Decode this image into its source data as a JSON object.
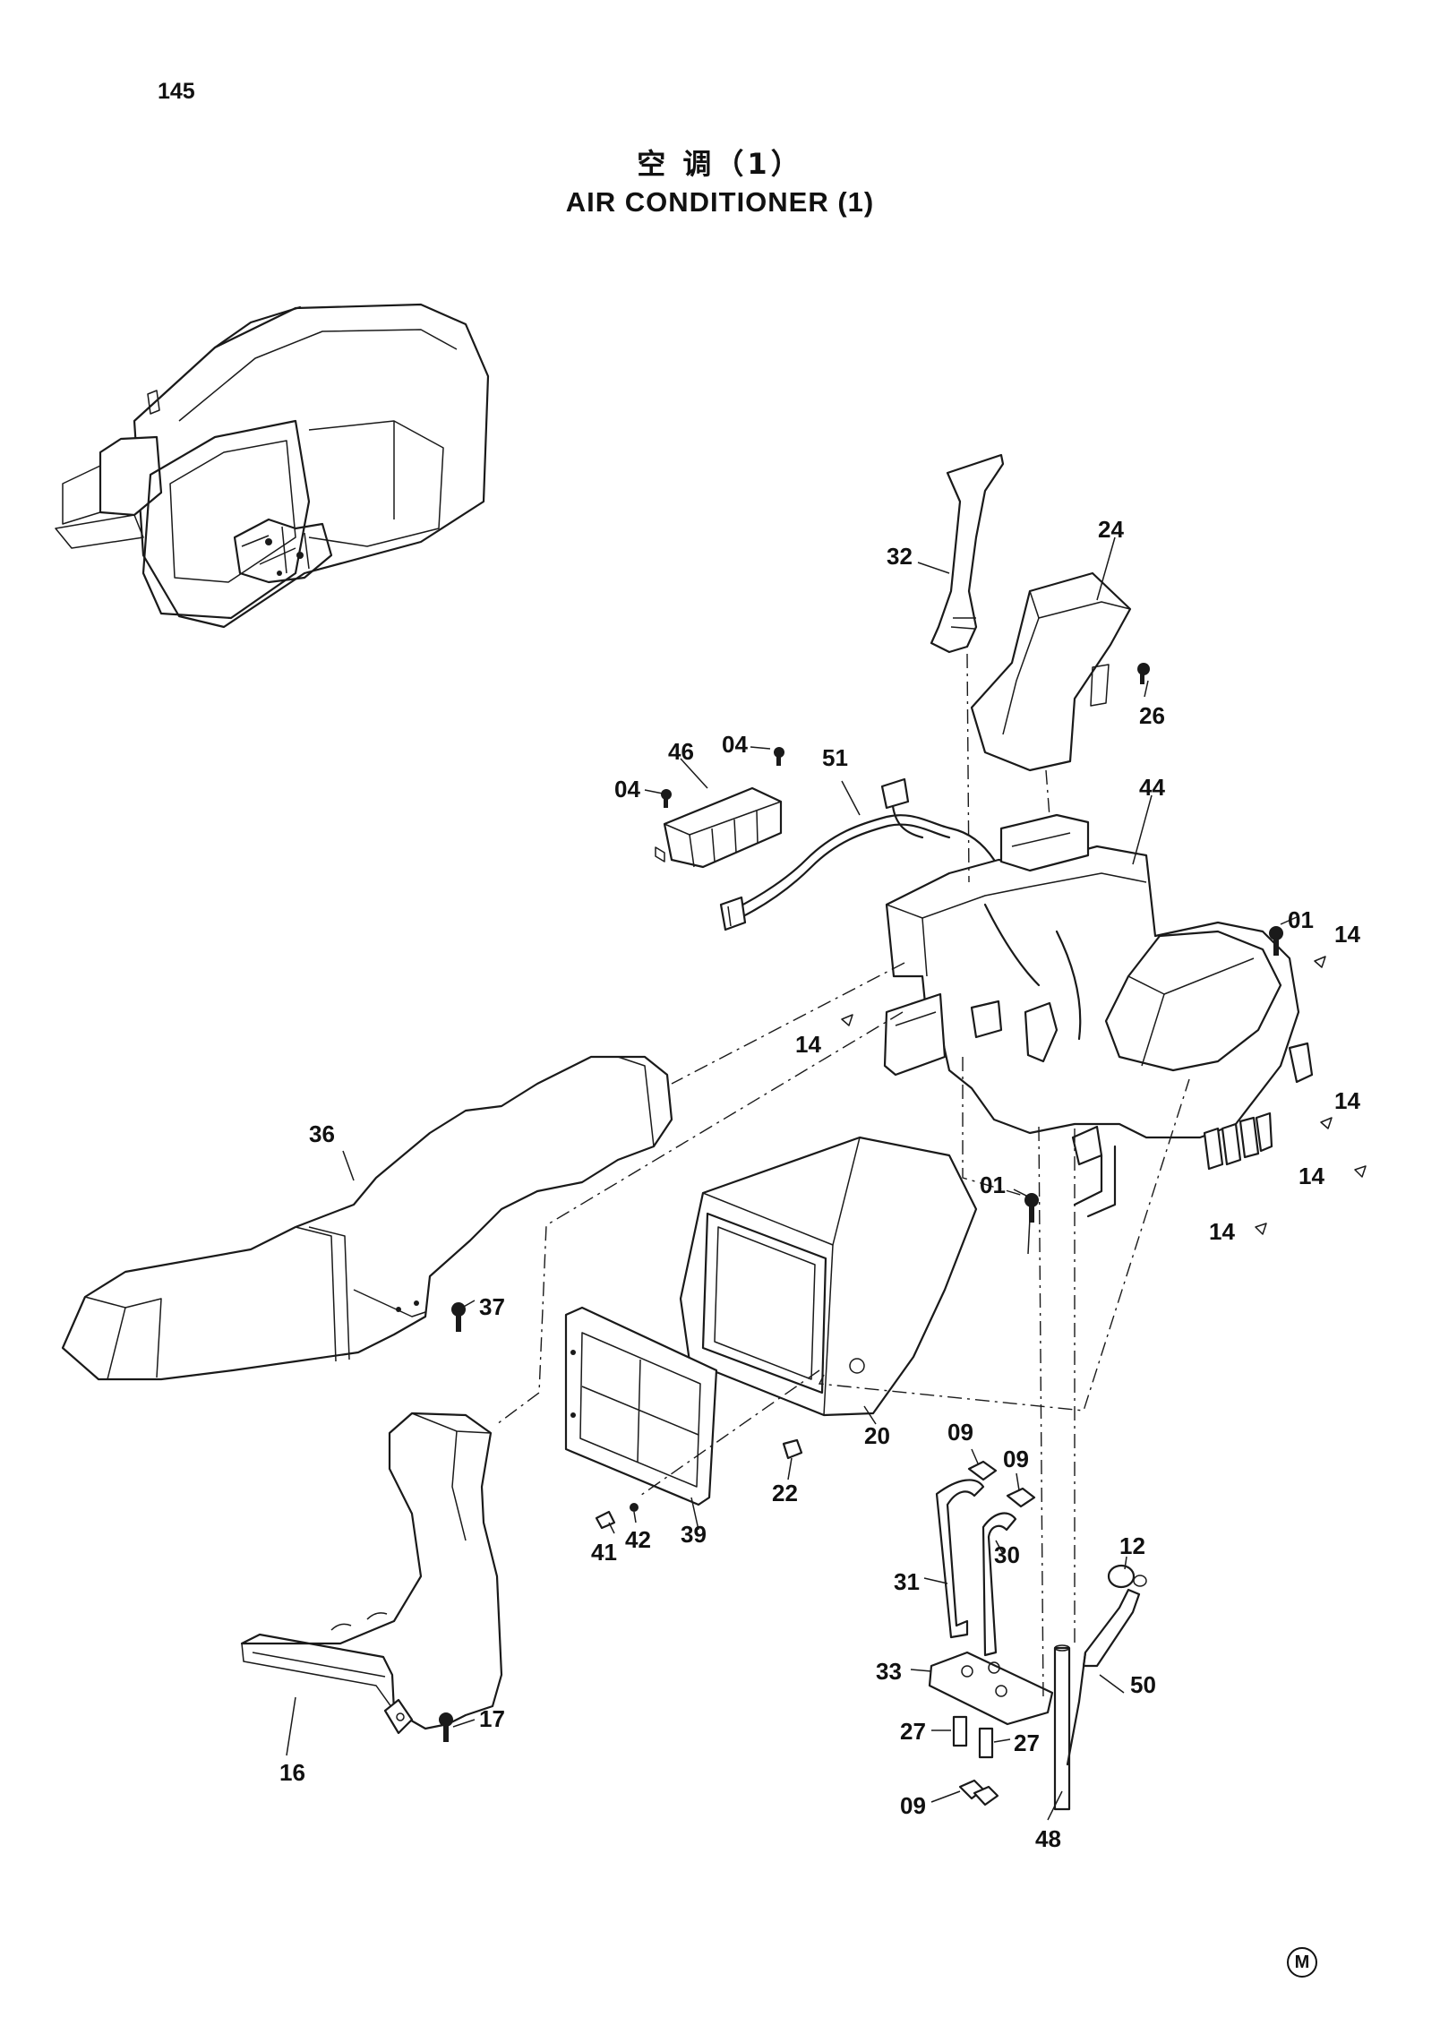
{
  "page_number": "145",
  "title_cn": "空 调（1）",
  "title_en": "AIR CONDITIONER (1)",
  "corner_mark": "M",
  "part_labels": {
    "p01a": "01",
    "p01b": "01",
    "p04a": "04",
    "p04b": "04",
    "p09a": "09",
    "p09b": "09",
    "p09c": "09",
    "p12": "12",
    "p14a": "14",
    "p14b": "14",
    "p14c": "14",
    "p14d": "14",
    "p14e": "14",
    "p16": "16",
    "p17": "17",
    "p20": "20",
    "p22": "22",
    "p24": "24",
    "p26": "26",
    "p27a": "27",
    "p27b": "27",
    "p30": "30",
    "p31": "31",
    "p32": "32",
    "p33": "33",
    "p36": "36",
    "p37": "37",
    "p39": "39",
    "p41": "41",
    "p42": "42",
    "p44": "44",
    "p46": "46",
    "p48": "48",
    "p50": "50",
    "p51": "51"
  }
}
